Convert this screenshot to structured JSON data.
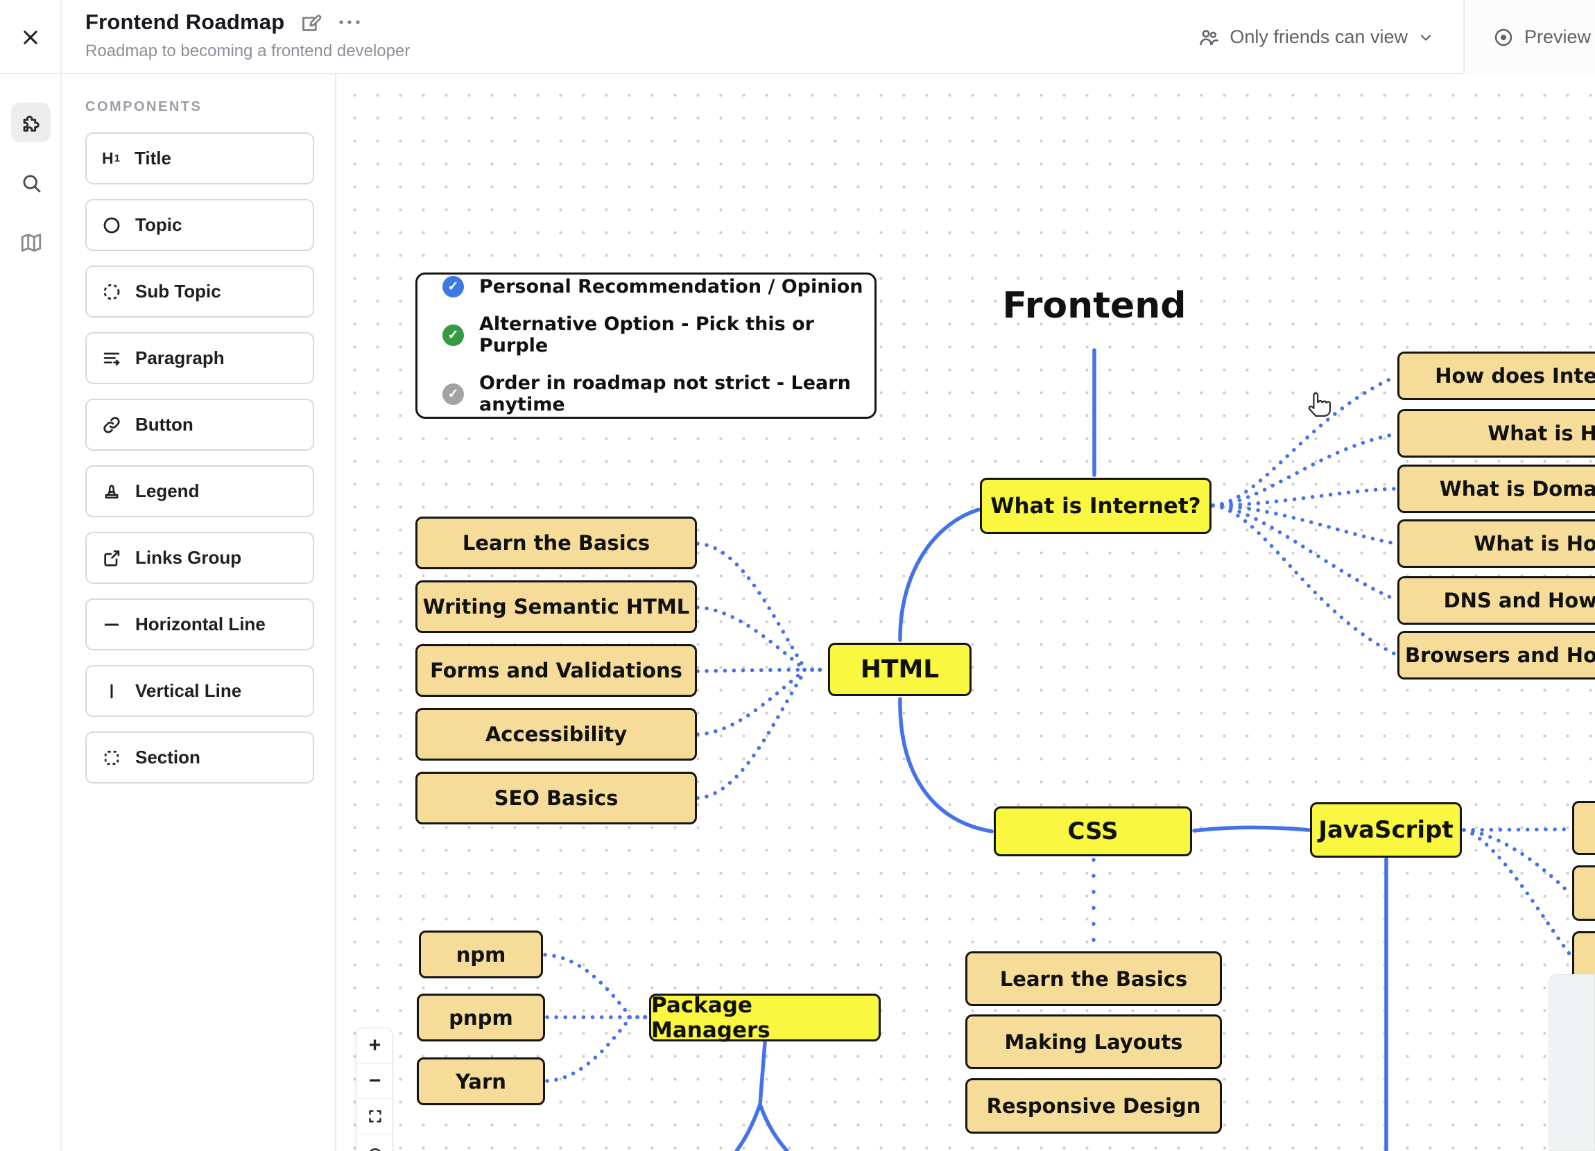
{
  "header": {
    "title": "Frontend Roadmap",
    "subtitle": "Roadmap to becoming a frontend developer",
    "visibility_label": "Only friends can view",
    "preview_label": "Preview",
    "icons": [
      "close-icon",
      "edit-icon",
      "ellipsis-icon",
      "people-icon",
      "chevron-down-icon",
      "eye-icon"
    ]
  },
  "rail": {
    "icons": [
      "components-puzzle-icon",
      "search-icon",
      "roadmaps-map-icon"
    ],
    "active": "components-puzzle-icon"
  },
  "sidebar": {
    "section_label": "COMPONENTS",
    "items": [
      {
        "label": "Title",
        "icon": "h1-icon"
      },
      {
        "label": "Topic",
        "icon": "circle-icon"
      },
      {
        "label": "Sub Topic",
        "icon": "dashed-circle-icon"
      },
      {
        "label": "Paragraph",
        "icon": "paragraph-icon"
      },
      {
        "label": "Button",
        "icon": "link-icon"
      },
      {
        "label": "Legend",
        "icon": "stamp-icon"
      },
      {
        "label": "Links Group",
        "icon": "external-link-icon"
      },
      {
        "label": "Horizontal Line",
        "icon": "horizontal-line-icon"
      },
      {
        "label": "Vertical Line",
        "icon": "vertical-line-icon"
      },
      {
        "label": "Section",
        "icon": "dashed-square-icon"
      }
    ]
  },
  "canvas": {
    "frontend_title": "Frontend",
    "legend": {
      "items": [
        {
          "label": "Personal Recommendation / Opinion",
          "color": "#3d7ae4",
          "icon": "check-circle-icon"
        },
        {
          "label": "Alternative Option - Pick this or Purple",
          "color": "#359a43",
          "icon": "check-circle-icon"
        },
        {
          "label": "Order in roadmap not strict - Learn anytime",
          "color": "#a3a3a3",
          "icon": "check-circle-icon"
        }
      ]
    },
    "topics": {
      "internet": "What is Internet?",
      "html": "HTML",
      "css": "CSS",
      "js": "JavaScript",
      "pm": "Package Managers"
    },
    "html_subs": [
      "Learn the Basics",
      "Writing Semantic HTML",
      "Forms and Validations",
      "Accessibility",
      "SEO Basics"
    ],
    "css_subs": [
      "Learn the Basics",
      "Making Layouts",
      "Responsive Design"
    ],
    "pm_subs": [
      "npm",
      "pnpm",
      "Yarn"
    ],
    "internet_subs": [
      "How does Inte",
      "What is H",
      "What is Doma",
      "What is Ho",
      "DNS and How",
      "Browsers and Ho"
    ],
    "colors": {
      "topic_yellow": "#f9f73f",
      "subtopic_tan": "#f5dc98",
      "wire_blue": "#4472e8",
      "node_border": "#161616"
    }
  },
  "zoom": {
    "in_label": "+",
    "out_label": "−"
  }
}
